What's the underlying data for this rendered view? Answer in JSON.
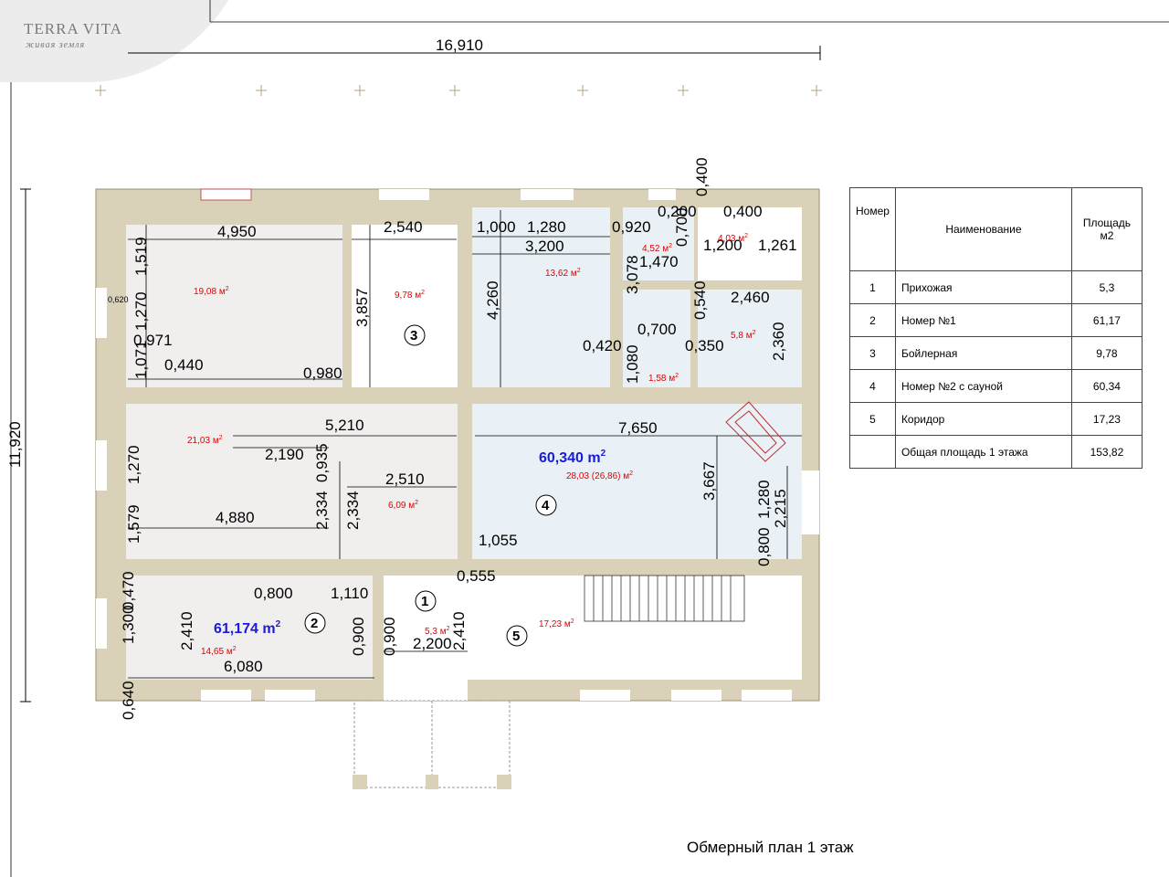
{
  "logo": {
    "title": "TERRA VITA",
    "subtitle": "живая земля"
  },
  "overall_width": "16,910",
  "overall_height": "11,920",
  "dimensions": [
    "4,950",
    "1,519",
    "0,620",
    "1,270",
    "0,971",
    "1,071",
    "0,440",
    "0,980",
    "2,540",
    "3,857",
    "1,000",
    "1,280",
    "3,200",
    "0,920",
    "0,200",
    "0,400",
    "0,400",
    "1,200",
    "1,261",
    "4,260",
    "3,078",
    "1,470",
    "0,700",
    "0,540",
    "2,460",
    "0,700",
    "0,420",
    "0,350",
    "1,080",
    "2,360",
    "5,210",
    "2,190",
    "0,935",
    "2,510",
    "7,650",
    "1,270",
    "2,334",
    "2,334",
    "3,667",
    "1,280",
    "2,215",
    "4,880",
    "1,579",
    "1,055",
    "0,800",
    "0,555",
    "0,470",
    "0,800",
    "1,110",
    "1,300",
    "2,410",
    "0,900",
    "0,900",
    "2,200",
    "2,410",
    "6,080",
    "0,640"
  ],
  "areas": [
    "19,08",
    "9,78",
    "13,62",
    "4,52",
    "4,03",
    "5,8",
    "1,58",
    "21,03",
    "28,03 (26,86)",
    "6,09",
    "5,3",
    "17,23",
    "14,65"
  ],
  "area_unit": "м",
  "totals": {
    "room4": "60,340 m",
    "room2": "61,174 m"
  },
  "room_numbers": [
    "1",
    "2",
    "3",
    "4",
    "5"
  ],
  "table": {
    "headers": [
      "Номер",
      "Наименование",
      "Площадь м2"
    ],
    "rows": [
      [
        "1",
        "Прихожая",
        "5,3"
      ],
      [
        "2",
        "Номер №1",
        "61,17"
      ],
      [
        "3",
        "Бойлерная",
        "9,78"
      ],
      [
        "4",
        "Номер №2 с сауной",
        "60,34"
      ],
      [
        "5",
        "Коридор",
        "17,23"
      ],
      [
        "",
        "Общая площадь 1 этажа",
        "153,82"
      ]
    ]
  },
  "caption": "Обмерный план 1 этаж",
  "colors": {
    "wall": "#d9d2b8",
    "room_pink": "#f1eeee",
    "room_blue": "#eaf1f6",
    "area_text": "#e00000",
    "total_text": "#1a1ad8"
  }
}
